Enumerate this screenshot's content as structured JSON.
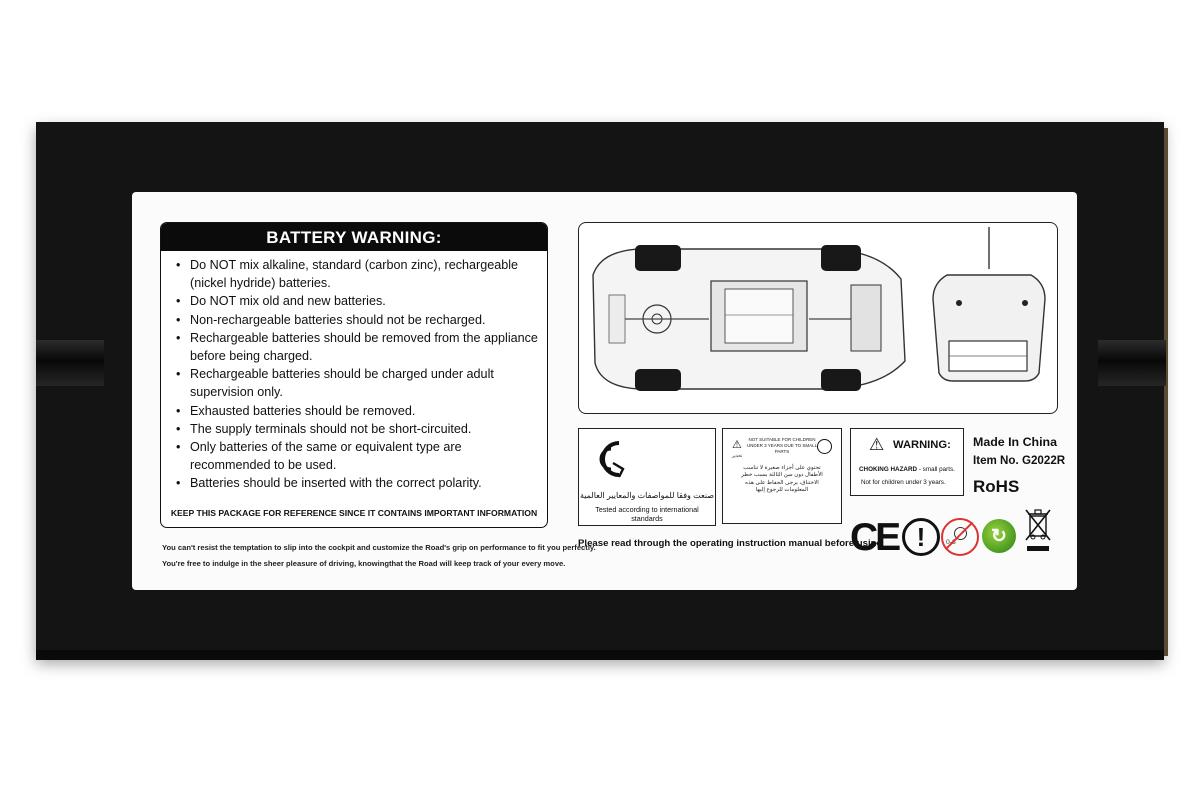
{
  "battery_warning": {
    "title": "BATTERY WARNING:",
    "items": [
      "Do NOT mix alkaline, standard (carbon zinc), rechargeable (nickel hydride) batteries.",
      "Do NOT mix old and new batteries.",
      "Non-rechargeable batteries should not be recharged.",
      "Rechargeable batteries should be removed from the appliance before being charged.",
      "Rechargeable batteries should be charged under adult supervision only.",
      "Exhausted batteries should be removed.",
      "The supply terminals should not be short-circuited.",
      "Only batteries of the same or equivalent type are recommended to be used.",
      "Batteries should be inserted with the correct polarity."
    ],
    "footer": "KEEP THIS PACKAGE FOR REFERENCE SINCE IT CONTAINS IMPORTANT INFORMATION"
  },
  "tagline": {
    "line1": "You can't resist the temptation to slip into the cockpit and customize the Road's grip on performance to fit you perfectly.",
    "line2": "You're free to indulge in the sheer pleasure of driving, knowingthat the Road will keep track of your every move."
  },
  "standards_panel": {
    "arabic": "صنعت وفقا للمواصفات والمعايير العالمية",
    "english": "Tested according to international standards"
  },
  "small_warning": {
    "header": "NOT SUITABLE FOR CHILDREN UNDER 3 YEARS DUE TO SMALL PARTS",
    "label_under_icon": "تحذير",
    "lines": [
      "تحتوي على أجزاء صغيرة لا تناسب",
      "الأطفال دون سن الثالثة بسبب خطر",
      "الاختناق، يرجى الحفاظ على هذه",
      "المعلومات للرجوع إليها"
    ]
  },
  "choking": {
    "title": "WARNING:",
    "hazard_label": "CHOKING HAZARD",
    "hazard_text": "- small parts.",
    "age_text": "Not for children under 3 years."
  },
  "manufacturer": {
    "made_in": "Made In China",
    "item_no": "Item No. G2022R",
    "rohs": "RoHS"
  },
  "instruction_note": "Please read through the operating instruction manual before using",
  "icons": {
    "ce": "CE",
    "exclamation": "!",
    "age_limit": "0-3",
    "recycle": "green-dot-recycle-icon",
    "weee": "crossed-bin-icon"
  },
  "colors": {
    "box": "#141414",
    "label": "#fbfbfb",
    "header_bar": "#0b0b0b",
    "green_dot": "#5aa628",
    "age_ring": "#dd3333"
  }
}
